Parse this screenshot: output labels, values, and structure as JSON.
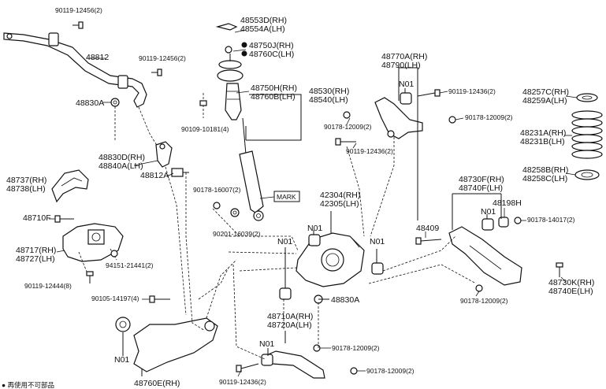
{
  "diagram": {
    "labels": {
      "p90119_12456_top": "90119-12456(2)",
      "p48812": "48812",
      "p90119_12456_mid": "90119-12456(2)",
      "p48830A_left": "48830A",
      "p48830D": "48830D(RH)",
      "p48840A": "48840A(LH)",
      "p48812A": "48812A",
      "p48737": "48737(RH)",
      "p48738": "48738(LH)",
      "p48710F": "48710F",
      "p48717": "48717(RH)",
      "p48727": "48727(LH)",
      "p94151": "94151-21441(2)",
      "p90119_12444": "90119-12444(8)",
      "p90105": "90105-14197(4)",
      "p48553D": "48553D(RH)",
      "p48554A": "48554A(LH)",
      "p48750J": "48750J(RH)",
      "p48760C": "48760C(LH)",
      "p48750H": "48750H(RH)",
      "p48760B": "48760B(LH)",
      "p48530": "48530(RH)",
      "p48540": "48540(LH)",
      "p90109": "90109-10181(4)",
      "p90178_16007": "90178-16007(2)",
      "p90201": "90201-16039(2)",
      "mark": "MARK",
      "p42304": "42304(RH)",
      "p42305": "42305(LH)",
      "n01_hub_left": "N01",
      "n01_hub_mid": "N01",
      "n01_hub_right": "N01",
      "p48830A_hub": "48830A",
      "p48770A": "48770A(RH)",
      "p48790": "48790(LH)",
      "n01_upper": "N01",
      "p90119_12436_r1": "90119-12436(2)",
      "p90178_12009_a": "90178-12009(2)",
      "p90178_12009_b": "90178-12009(2)",
      "p90119_12436_r2": "90119-12436(2)",
      "p48257C": "48257C(RH)",
      "p48259A": "48259A(LH)",
      "p48231A": "48231A(RH)",
      "p48231B": "48231B(LH)",
      "p48258B": "48258B(RH)",
      "p48258C": "48258C(LH)",
      "p48730F": "48730F(RH)",
      "p48740F": "48740F(LH)",
      "n01_lower_arm": "N01",
      "p48198H": "48198H",
      "p90178_14017": "90178-14017(2)",
      "p48409": "48409",
      "p48730K": "48730K(RH)",
      "p48740E": "48740E(LH)",
      "p90178_12009_c": "90178-12009(2)",
      "p48710A": "48710A(RH)",
      "p48720A": "48720A(LH)",
      "n01_toe": "N01",
      "p90178_12009_d": "90178-12009(2)",
      "p90178_12009_e": "90178-12009(2)",
      "p90119_12436_bot": "90119-12436(2)",
      "n01_trailing": "N01",
      "p48760E": "48760E(RH)",
      "footnote": "● 再使用不可部品"
    }
  }
}
